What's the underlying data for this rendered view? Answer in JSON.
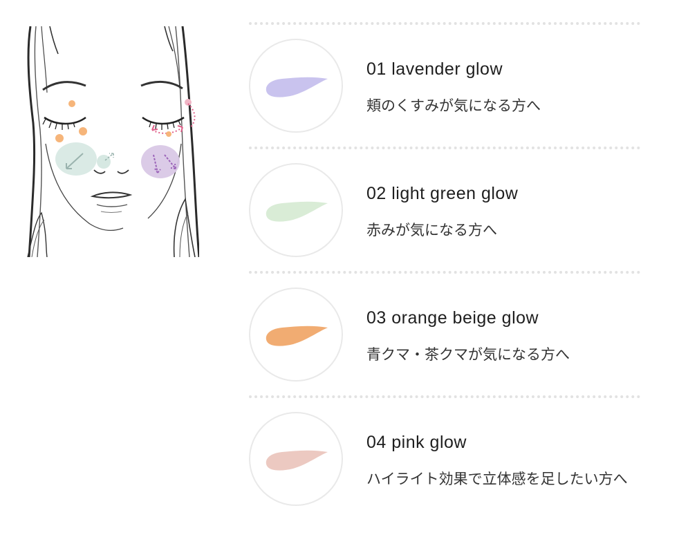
{
  "colors": {
    "lavender": "#c9c3ee",
    "light_green": "#d9ecd6",
    "orange_beige": "#f1ac72",
    "pink": "#ecc9c1",
    "divider": "#e2e2e2",
    "circle_border": "#e9e9e9"
  },
  "items": [
    {
      "title": "01 lavender glow",
      "desc": "頬のくすみが気になる方へ",
      "swatch_color": "#c9c3ee"
    },
    {
      "title": "02 light green glow",
      "desc": "赤みが気になる方へ",
      "swatch_color": "#d9ecd6"
    },
    {
      "title": "03 orange beige glow",
      "desc": "青クマ・茶クマが気になる方へ",
      "swatch_color": "#f1ac72"
    },
    {
      "title": "04 pink glow",
      "desc": "ハイライト効果で立体感を足したい方へ",
      "swatch_color": "#ecc9c1"
    }
  ]
}
